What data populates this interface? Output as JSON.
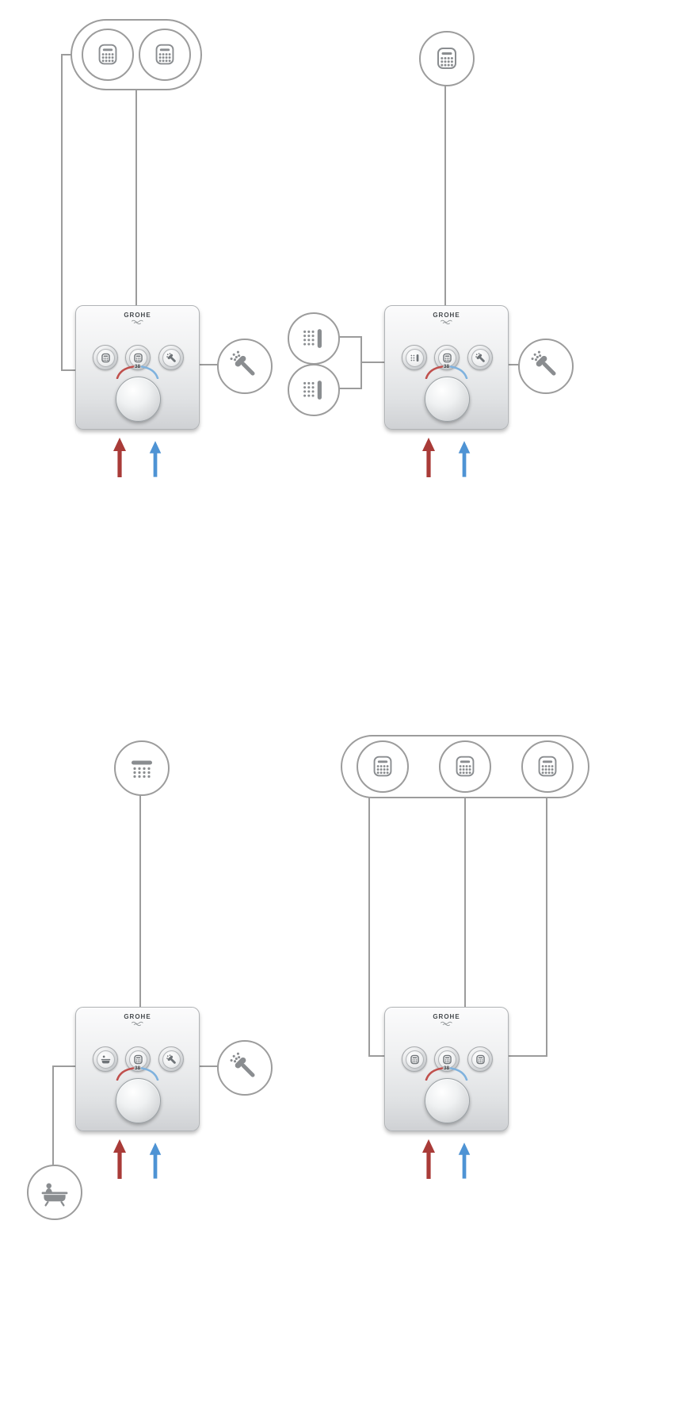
{
  "page": {
    "background": "#ffffff"
  },
  "diagram": {
    "product": "Concealed thermostat valve configurations",
    "valve": {
      "brand": "GROHE",
      "temperature": "38",
      "button_count": 3
    },
    "colors": {
      "line": "#9c9c9c",
      "icon": "#8a8d90",
      "hot": "#a93b38",
      "cold": "#4e93d4",
      "arc_hot": "#c0504d",
      "arc_cold": "#7fb2de",
      "brand_text": "#44484c"
    },
    "groups": [
      {
        "id": "top-left",
        "outlets": [
          "dual-head-shower-spray-1",
          "dual-head-shower-spray-2"
        ],
        "accessory": "hand-shower",
        "buttons": [
          "head-shower-spray-1",
          "head-shower-spray-2",
          "hand-shower"
        ],
        "supply": [
          "hot",
          "cold"
        ]
      },
      {
        "id": "top-right",
        "outlets": [
          "head-shower",
          "body-jet-upper",
          "body-jet-lower"
        ],
        "accessory": "hand-shower",
        "buttons": [
          "body-jets",
          "head-shower",
          "hand-shower"
        ],
        "supply": [
          "hot",
          "cold"
        ]
      },
      {
        "id": "bottom-left",
        "outlets": [
          "overhead-shower",
          "bath-tub"
        ],
        "accessory": "hand-shower",
        "buttons": [
          "bath-tub",
          "overhead-shower",
          "hand-shower"
        ],
        "supply": [
          "hot",
          "cold"
        ]
      },
      {
        "id": "bottom-right",
        "outlets": [
          "head-shower-1",
          "head-shower-2",
          "head-shower-3"
        ],
        "accessory": null,
        "buttons": [
          "head-shower-1",
          "head-shower-2",
          "head-shower-3"
        ],
        "supply": [
          "hot",
          "cold"
        ]
      }
    ]
  }
}
